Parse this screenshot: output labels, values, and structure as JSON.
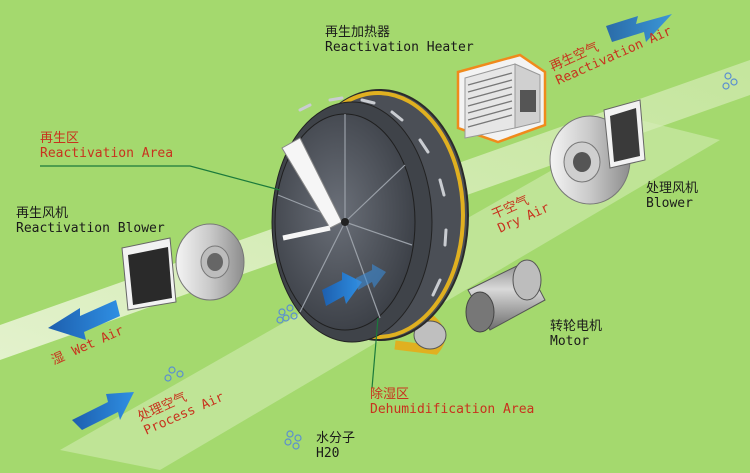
{
  "labels": {
    "heater": {
      "cn": "再生加热器",
      "en": "Reactivation Heater"
    },
    "reactivation_area": {
      "cn": "再生区",
      "en": "Reactivation Area"
    },
    "reactivation_blower": {
      "cn": "再生风机",
      "en": "Reactivation Blower"
    },
    "blower": {
      "cn": "处理风机",
      "en": "Blower"
    },
    "motor": {
      "cn": "转轮电机",
      "en": "Motor"
    },
    "dehumidification_area": {
      "cn": "除湿区",
      "en": "Dehumidification Area"
    },
    "water": {
      "cn": "水分子",
      "en": "H20"
    },
    "wet_air": {
      "cn": "湿",
      "en": "Wet Air"
    },
    "dry_air": {
      "cn": "干空气",
      "en": "Dry Air"
    },
    "process_air": {
      "cn": "处理空气",
      "en": "Process Air"
    },
    "reactivation_air": {
      "cn": "再生空气",
      "en": "Reactivation Air"
    }
  },
  "colors": {
    "background": "#a4d96e",
    "arrow_blue": "#1f6fc4",
    "red_text": "#c8321e",
    "yellow_belt": "#e0b020",
    "heater_outline": "#f08a1c"
  }
}
